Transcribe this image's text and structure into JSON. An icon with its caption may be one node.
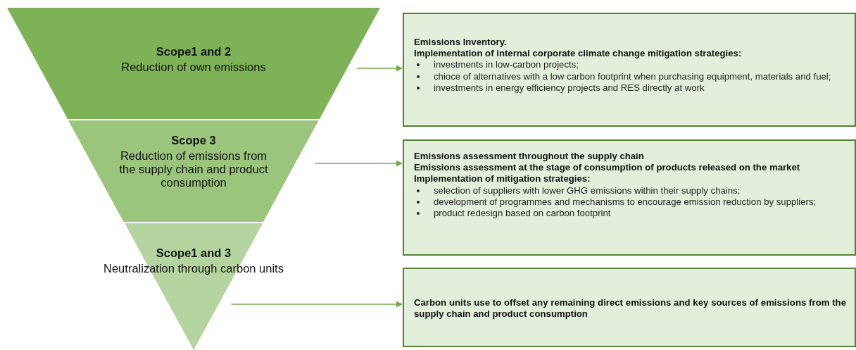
{
  "diagram": {
    "nodes": [
      {
        "text": [
          "Scope1 and 2",
          "Reduction of own emissions"
        ]
      },
      {
        "text": [
          "Emissions Inventory.",
          "Implementation of internal corporate climate change mitigation strategies:",
          "investments in low-carbon projects;",
          "chioce of alternatives with a low carbon footprint when purchasing equipment, materials and fuel;",
          "investments in energy efficiency projects and RES directly at work"
        ]
      },
      {
        "text": [
          "Scope 3",
          "Reduction of emissions from the supply chain and product consumption"
        ]
      },
      {
        "text": [
          "Emissions assessment throughout the supply chain",
          "Emissions assessment at the stage of consumption of products released on the market",
          "Implementation of mitigation strategies:",
          "selection of suppliers with lower GHG emissions within their supply chains;",
          "development of programmes and mechanisms to encourage emission reduction by suppliers;",
          "product redesign based on carbon footprint"
        ]
      },
      {
        "text": [
          "Scope1 and 3",
          "Neutralization through carbon units"
        ]
      },
      {
        "text": [
          "Carbon units use to offset any remaining direct emissions and key sources of emissions from the supply chain and product consumption"
        ]
      }
    ],
    "edges": [
      {
        "from": 0,
        "to": 1,
        "arrow": "to"
      },
      {
        "from": 2,
        "to": 3,
        "arrow": "to"
      },
      {
        "from": 4,
        "to": 5,
        "arrow": "to"
      }
    ]
  }
}
